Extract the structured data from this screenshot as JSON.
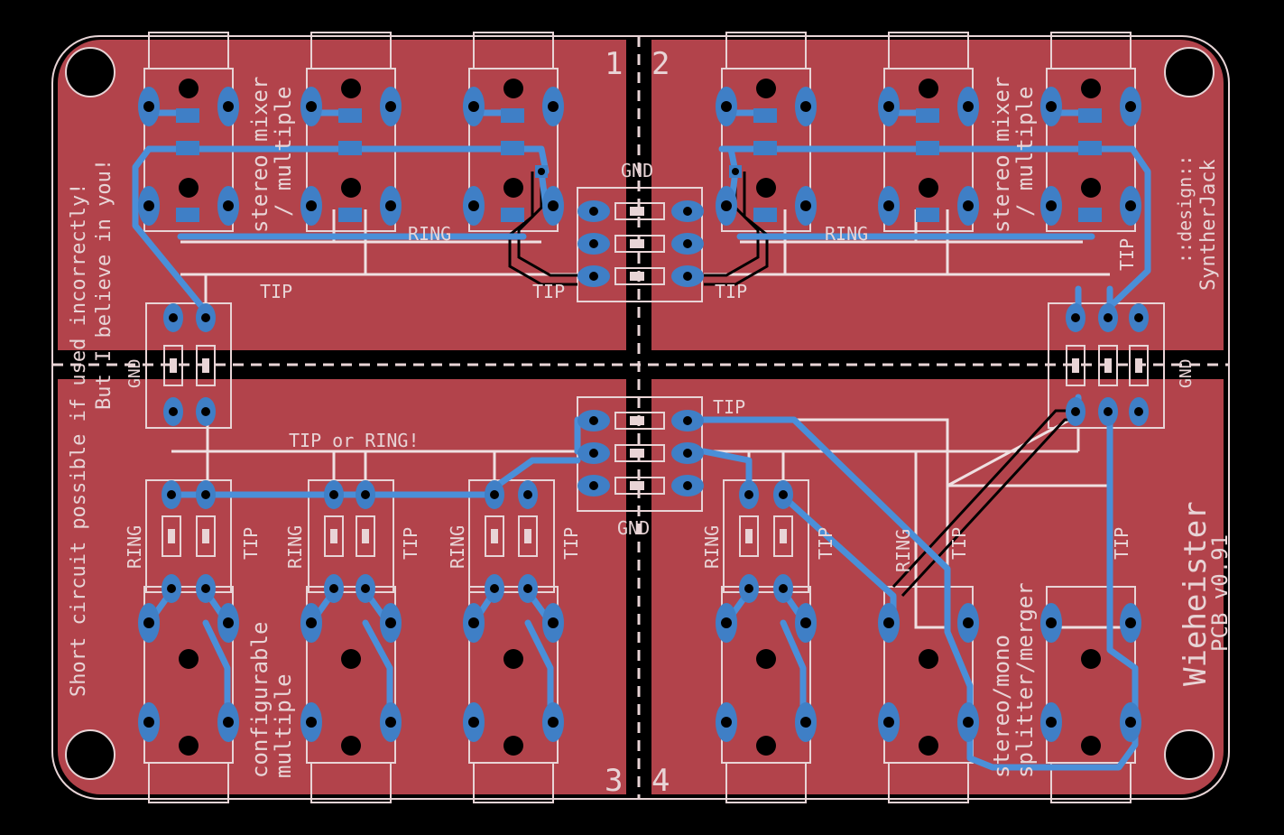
{
  "colors": {
    "background": "#000000",
    "copper": "#b2434b",
    "trace_blue": "#4a8fd8",
    "pad_blue": "#3f7fc6",
    "silk": "#e8d4d6",
    "via": "#000000"
  },
  "quadrant_numbers": {
    "q1": "1",
    "q2": "2",
    "q3": "3",
    "q4": "4"
  },
  "net_labels": {
    "gnd": "GND",
    "tip": "TIP",
    "ring": "RING",
    "tip_or_ring": "TIP or RING!"
  },
  "section_labels": {
    "q1": [
      "stereo mixer",
      "/ multiple"
    ],
    "q2": [
      "stereo mixer",
      "/ multiple"
    ],
    "q3": [
      "configurable",
      "multiple"
    ],
    "q4": [
      "stereo/mono",
      "splitter/merger"
    ]
  },
  "credits": {
    "designer_line1": "::design::",
    "designer_line2": "SyntherJack",
    "product": "Wieheister",
    "version": "PCB v0.91"
  },
  "warning": {
    "line1": "Short circuit possible if used incorrectly!",
    "line2": "But I believe in you!"
  }
}
